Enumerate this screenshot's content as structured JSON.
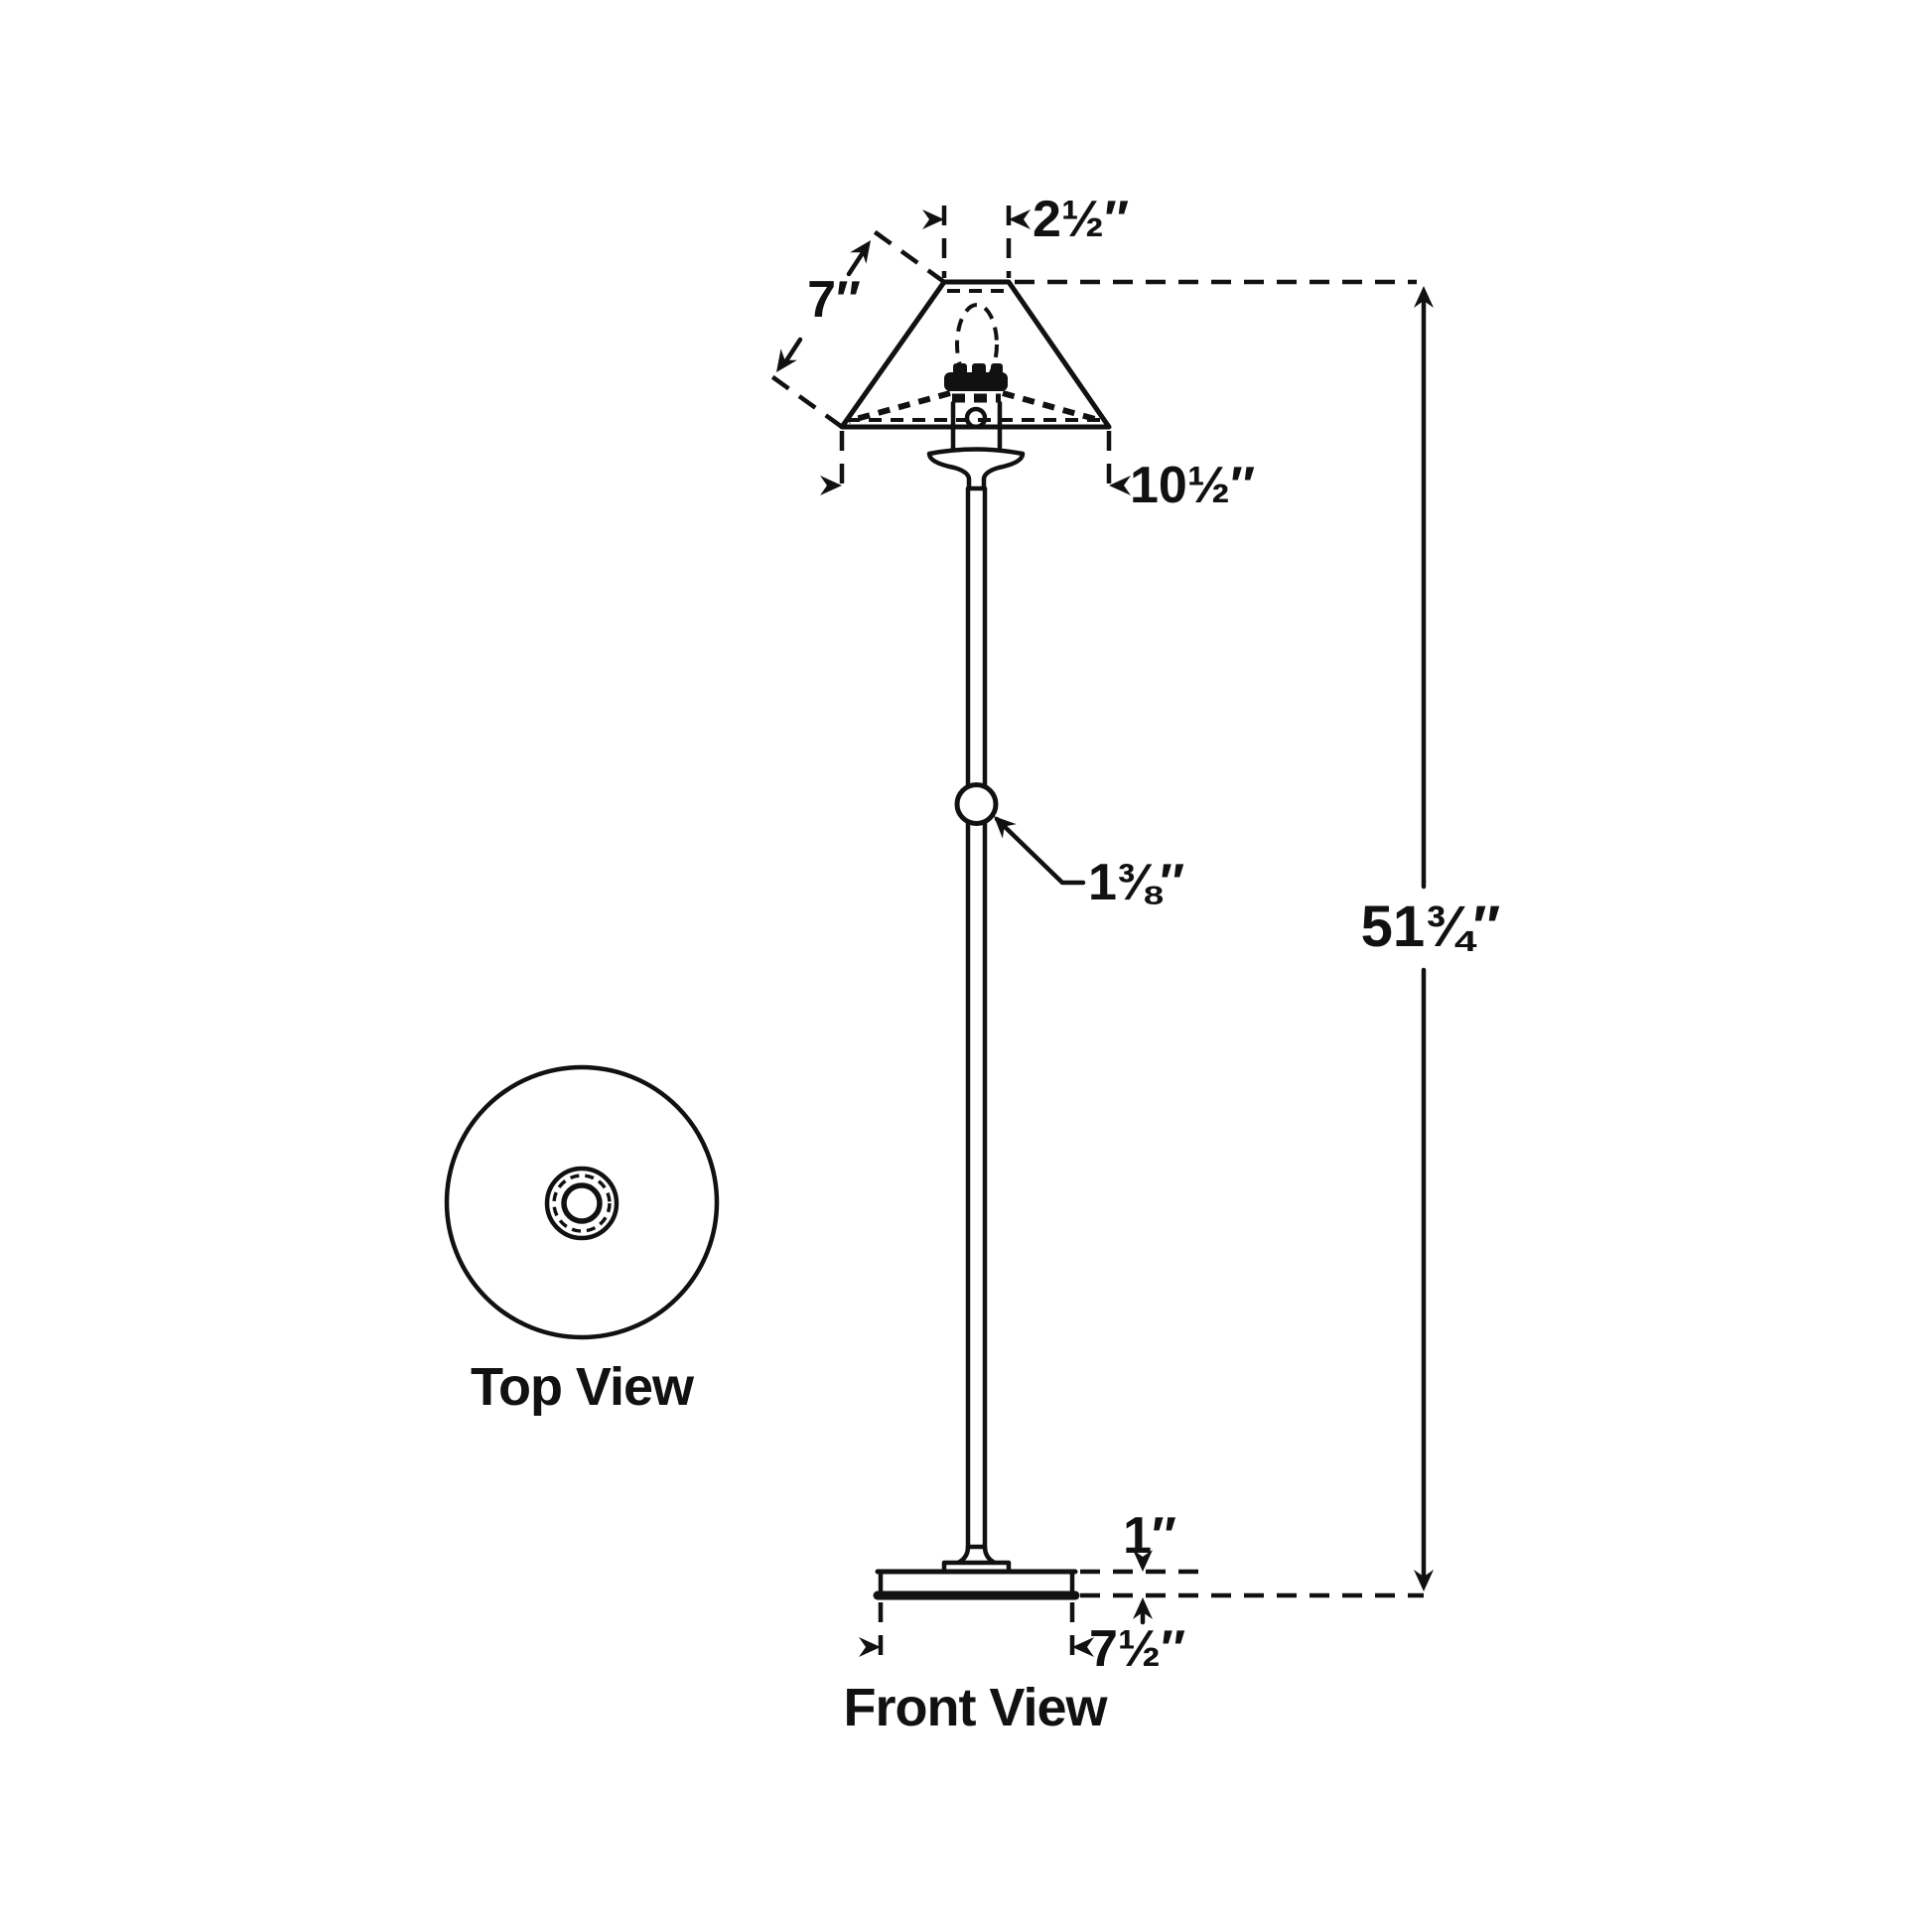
{
  "labels": {
    "top_view": "Top View",
    "front_view": "Front View"
  },
  "dimensions": {
    "shade_top_diameter": "2½″",
    "shade_slant_height": "7″",
    "shade_bottom_diameter": "10½″",
    "ball_detail_diameter": "1⅜″",
    "overall_height": "51¾″",
    "base_thickness": "1″",
    "base_diameter": "7½″"
  },
  "colors": {
    "line": "#111111",
    "background": "#ffffff"
  }
}
